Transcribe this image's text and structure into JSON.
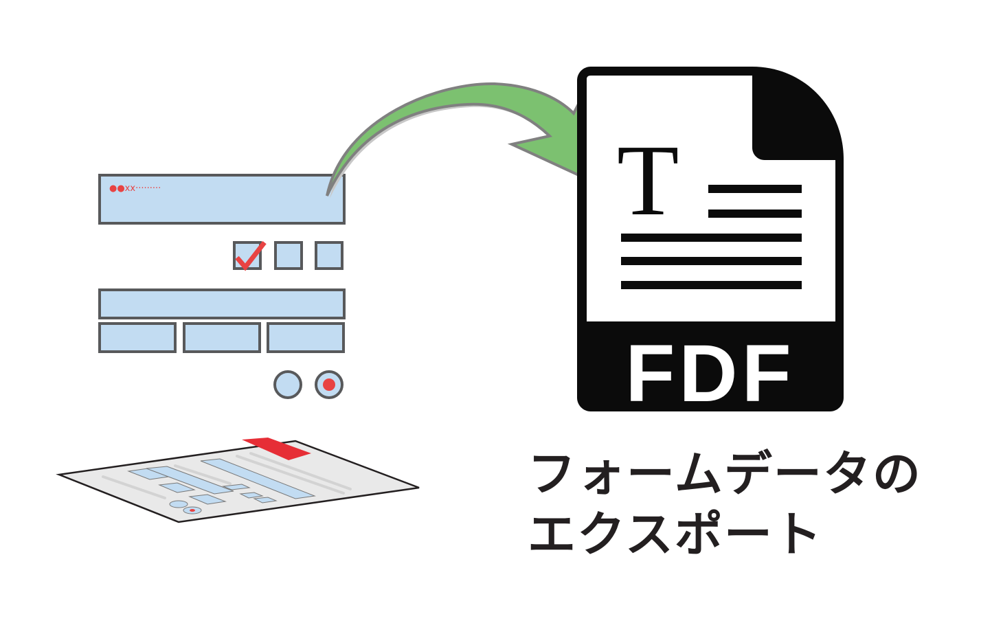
{
  "form_mock": {
    "masked_field_text": "●●xx·········",
    "checkboxes": [
      {
        "checked": true
      },
      {
        "checked": false
      },
      {
        "checked": false
      }
    ],
    "radios": [
      {
        "selected": false
      },
      {
        "selected": true
      }
    ],
    "icons": {
      "check": "checkmark-icon",
      "radio_dot": "radio-dot-icon"
    }
  },
  "fdf_icon": {
    "glyph": "T",
    "label": "FDF"
  },
  "caption": {
    "line1": "フォームデータの",
    "line2": "エクスポート"
  },
  "colors": {
    "field_fill": "#c2dcf2",
    "field_border": "#58595b",
    "accent_red": "#e84343",
    "arrow_green": "#7cc170",
    "arrow_outline": "#808080",
    "doc_black": "#0b0b0b",
    "text_dark": "#231f20"
  }
}
